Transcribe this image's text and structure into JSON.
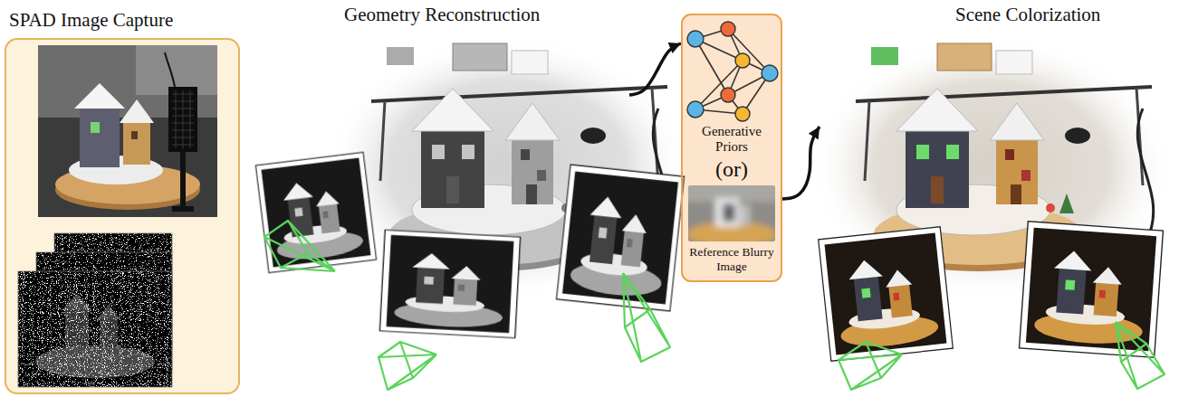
{
  "diagram": {
    "nodes": [
      {
        "text": [
          "SPAD Image Capture"
        ]
      },
      {
        "text": [
          "Geometry Reconstruction"
        ]
      },
      {
        "text": [
          "Generative Priors",
          "(or)",
          "Reference Blurry Image"
        ]
      },
      {
        "text": [
          "Scene Colorization"
        ]
      }
    ],
    "edges": [
      {
        "from": 1,
        "to": 2,
        "arrow": "to"
      },
      {
        "from": 2,
        "to": 3,
        "arrow": "to"
      }
    ]
  }
}
